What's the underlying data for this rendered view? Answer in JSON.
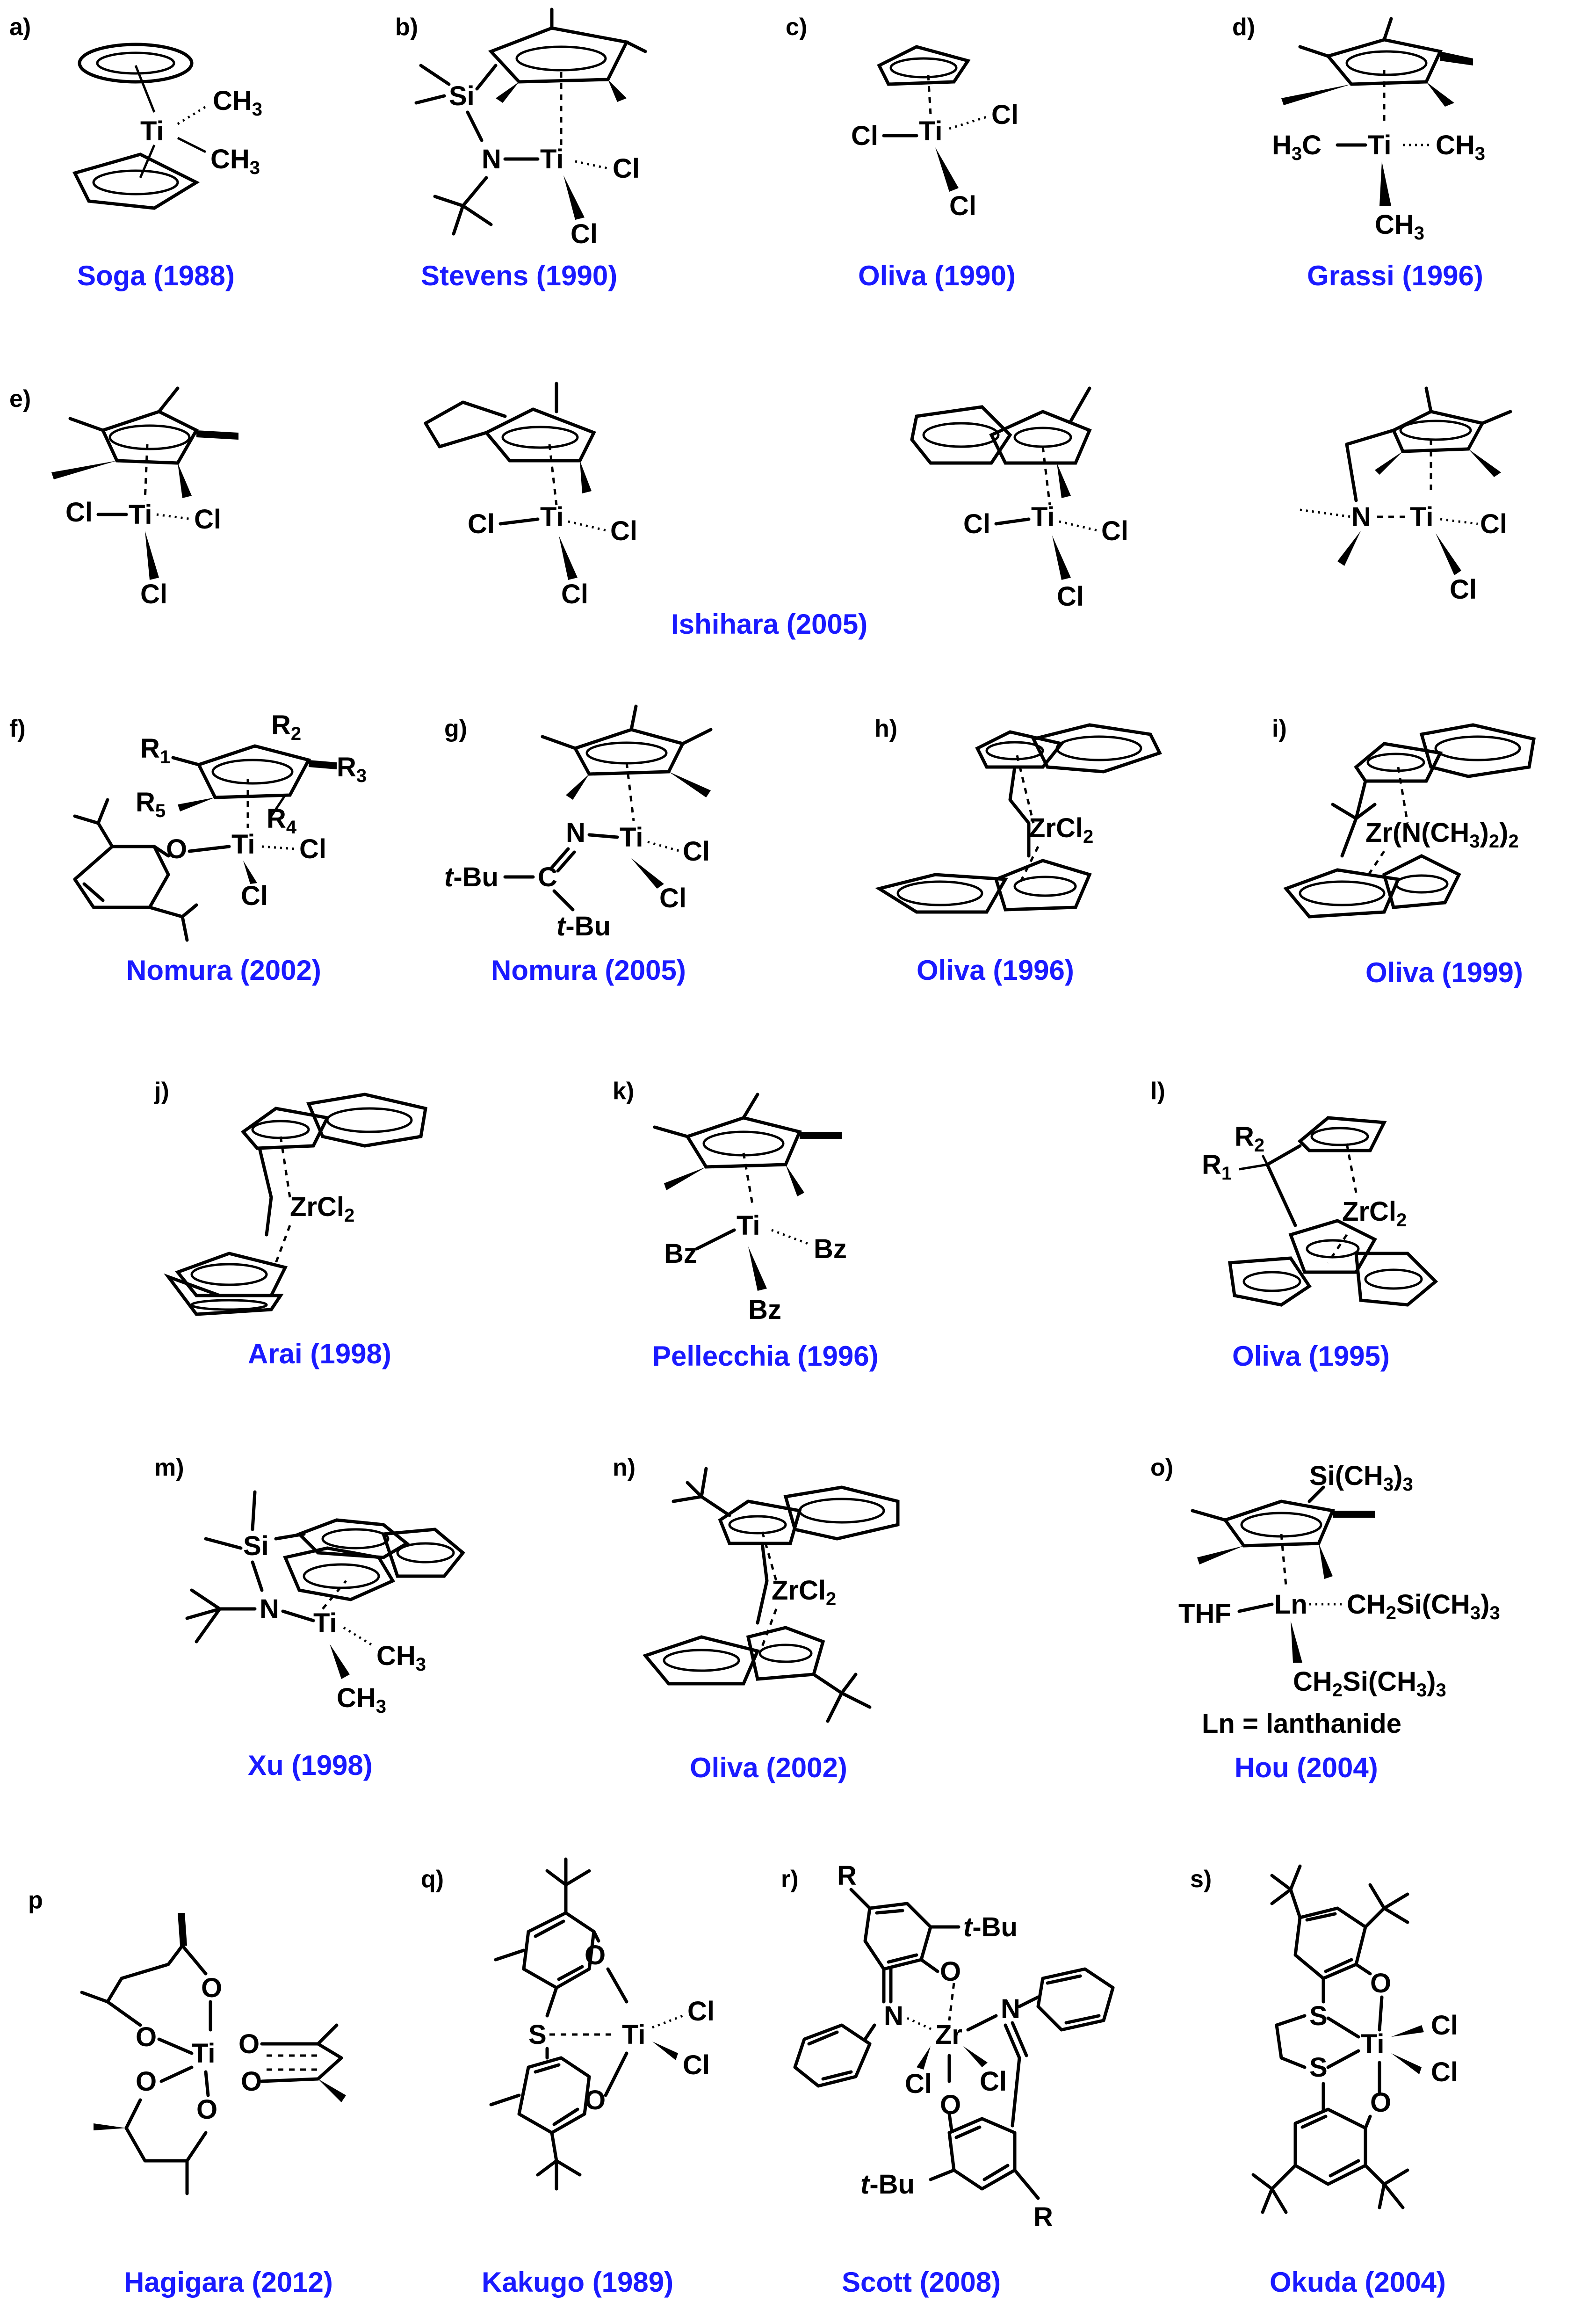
{
  "figure": {
    "panels": [
      {
        "id": "a",
        "label": "a)",
        "ref": "Soga (1988)",
        "metal": "Ti",
        "ligands": [
          "CH3",
          "CH3"
        ]
      },
      {
        "id": "b",
        "label": "b)",
        "ref": "Stevens (1990)",
        "metal": "Ti",
        "ligands": [
          "Si",
          "N",
          "Cl",
          "Cl"
        ]
      },
      {
        "id": "c",
        "label": "c)",
        "ref": "Oliva (1990)",
        "metal": "Ti",
        "ligands": [
          "Cl",
          "Cl",
          "Cl"
        ]
      },
      {
        "id": "d",
        "label": "d)",
        "ref": "Grassi (1996)",
        "metal": "Ti",
        "ligands": [
          "H3C",
          "CH3",
          "CH3"
        ]
      },
      {
        "id": "e",
        "label": "e)",
        "ref": "Ishihara (2005)",
        "metal": "Ti",
        "ligands": [
          "Cl",
          "Cl",
          "Cl",
          "N"
        ]
      },
      {
        "id": "f",
        "label": "f)",
        "ref": "Nomura (2002)",
        "metal": "Ti",
        "ligands": [
          "R1",
          "R2",
          "R3",
          "R4",
          "R5",
          "O",
          "Cl",
          "Cl"
        ]
      },
      {
        "id": "g",
        "label": "g)",
        "ref": "Nomura (2005)",
        "metal": "Ti",
        "ligands": [
          "N",
          "C",
          "t-Bu",
          "t-Bu",
          "Cl",
          "Cl"
        ]
      },
      {
        "id": "h",
        "label": "h)",
        "ref": "Oliva (1996)",
        "metal": "ZrCl2"
      },
      {
        "id": "i",
        "label": "i)",
        "ref": "Oliva (1999)",
        "metal": "Zr(N(CH3)2)2"
      },
      {
        "id": "j",
        "label": "j)",
        "ref": "Arai (1998)",
        "metal": "ZrCl2"
      },
      {
        "id": "k",
        "label": "k)",
        "ref": "Pellecchia (1996)",
        "metal": "Ti",
        "ligands": [
          "Bz",
          "Bz",
          "Bz"
        ]
      },
      {
        "id": "l",
        "label": "l)",
        "ref": "Oliva (1995)",
        "metal": "ZrCl2",
        "ligands": [
          "R1",
          "R2"
        ]
      },
      {
        "id": "m",
        "label": "m)",
        "ref": "Xu (1998)",
        "metal": "Ti",
        "ligands": [
          "Si",
          "N",
          "CH3",
          "CH3"
        ]
      },
      {
        "id": "n",
        "label": "n)",
        "ref": "Oliva (2002)",
        "metal": "ZrCl2"
      },
      {
        "id": "o",
        "label": "o)",
        "ref": "Hou (2004)",
        "metal": "Ln",
        "ligands": [
          "Si(CH3)3",
          "THF",
          "CH2Si(CH3)3",
          "CH2Si(CH3)3"
        ],
        "note": "Ln = lanthanide"
      },
      {
        "id": "p",
        "label": "p",
        "ref": "Hagigara (2012)",
        "metal": "Ti",
        "ligands": [
          "O",
          "O",
          "O",
          "O",
          "O",
          "O"
        ]
      },
      {
        "id": "q",
        "label": "q)",
        "ref": "Kakugo (1989)",
        "metal": "Ti",
        "ligands": [
          "O",
          "S",
          "O",
          "Cl",
          "Cl"
        ]
      },
      {
        "id": "r",
        "label": "r)",
        "ref": "Scott (2008)",
        "metal": "Zr",
        "ligands": [
          "R",
          "t-Bu",
          "O",
          "N",
          "N",
          "Cl",
          "Cl",
          "O",
          "t-Bu",
          "R"
        ]
      },
      {
        "id": "s",
        "label": "s)",
        "ref": "Okuda (2004)",
        "metal": "Ti",
        "ligands": [
          "O",
          "S",
          "S",
          "O",
          "Cl",
          "Cl"
        ]
      }
    ]
  }
}
